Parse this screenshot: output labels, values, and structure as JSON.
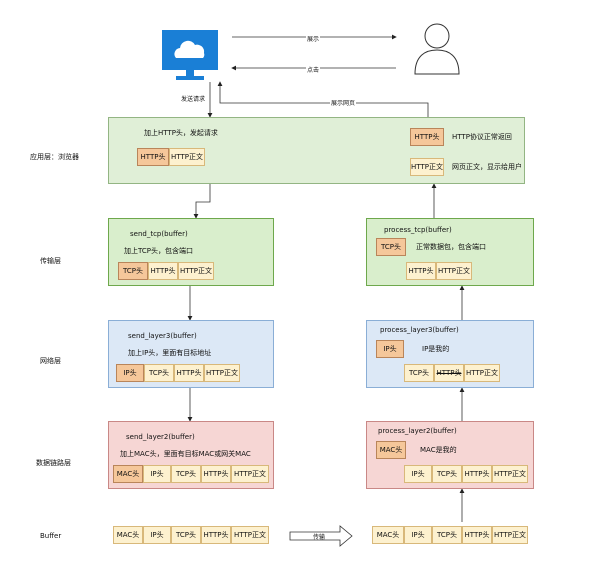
{
  "layers": {
    "app": "应用层：浏览器",
    "transport": "传输层",
    "network": "网络层",
    "datalink": "数据链路层",
    "buffer": "Buffer"
  },
  "top": {
    "display": "展示",
    "click": "点击",
    "send_request": "发送请求",
    "show_page": "展示网页"
  },
  "app_left": {
    "note": "加上HTTP头，发起请求",
    "cells": [
      "HTTP头",
      "HTTP正文"
    ]
  },
  "app_right": {
    "http_head": "HTTP头",
    "http_head_note": "HTTP协议正常返回",
    "http_body": "HTTP正文",
    "http_body_note": "网页正文，显示给用户"
  },
  "tcp_left": {
    "fn": "send_tcp(buffer)",
    "note": "加上TCP头，包含端口",
    "cells": [
      "TCP头",
      "HTTP头",
      "HTTP正文"
    ]
  },
  "tcp_right": {
    "fn": "process_tcp(buffer)",
    "tcp_head": "TCP头",
    "note": "正常数据包，包含端口",
    "cells": [
      "HTTP头",
      "HTTP正文"
    ]
  },
  "net_left": {
    "fn": "send_layer3(buffer)",
    "note": "加上IP头，里面有目标地址",
    "cells": [
      "IP头",
      "TCP头",
      "HTTP头",
      "HTTP正文"
    ]
  },
  "net_right": {
    "fn": "process_layer3(buffer)",
    "ip_head": "IP头",
    "note": "IP是我的",
    "cells": [
      "TCP头",
      "HTTP头",
      "HTTP正文"
    ]
  },
  "dl_left": {
    "fn": "send_layer2(buffer)",
    "note": "加上MAC头，里面有目标MAC或网关MAC",
    "cells": [
      "MAC头",
      "IP头",
      "TCP头",
      "HTTP头",
      "HTTP正文"
    ]
  },
  "dl_right": {
    "fn": "process_layer2(buffer)",
    "mac_head": "MAC头",
    "note": "MAC是我的",
    "cells": [
      "IP头",
      "TCP头",
      "HTTP头",
      "HTTP正文"
    ]
  },
  "buffer_left": [
    "MAC头",
    "IP头",
    "TCP头",
    "HTTP头",
    "HTTP正文"
  ],
  "buffer_right": [
    "MAC头",
    "IP头",
    "TCP头",
    "HTTP头",
    "HTTP正文"
  ],
  "transmit": "传输",
  "colors": {
    "header_cell": "#f5c79a",
    "body_cell": "#fdf1cf",
    "monitor": "#1a7fd6"
  }
}
